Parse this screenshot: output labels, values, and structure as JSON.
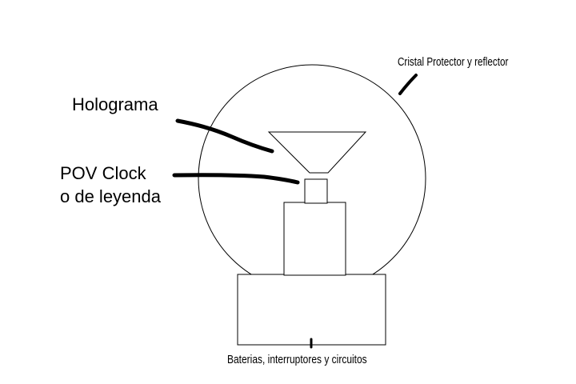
{
  "labels": {
    "crystal": "Cristal Protector y reflector",
    "hologram": "Holograma",
    "pov_line1": "POV Clock",
    "pov_line2": "o de leyenda",
    "base": "Baterias, interruptores y circuitos"
  }
}
